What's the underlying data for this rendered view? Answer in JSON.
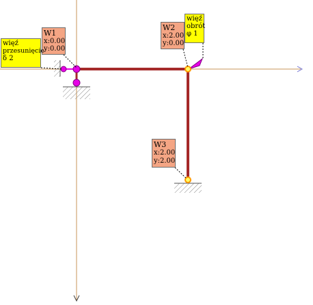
{
  "colors": {
    "axis": "#c8965a",
    "beam": "#a52a2a",
    "node_fill": "#f4a584",
    "constraint_fill": "#ffff00",
    "support_pin": "#e600e6",
    "joint_ring": "#ff9900"
  },
  "nodes": [
    {
      "name": "W1",
      "x_line": "x:0.00",
      "y_line": "y:0.00"
    },
    {
      "name": "W2",
      "x_line": "x:2.00",
      "y_line": "y:0.00"
    },
    {
      "name": "W3",
      "x_line": "x:2.00",
      "y_line": "y:2.00"
    }
  ],
  "constraints": [
    {
      "line1": "więź",
      "line2": "przesunięcie",
      "line3": "δ 2"
    },
    {
      "line1": "więź",
      "line2": "obrót",
      "line3": "φ 1"
    }
  ]
}
